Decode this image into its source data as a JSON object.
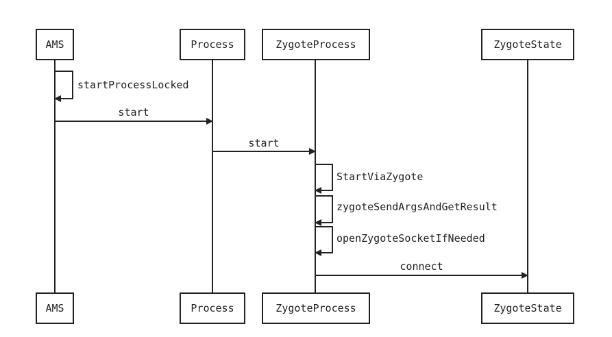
{
  "participants": [
    {
      "id": "ams",
      "label": "AMS"
    },
    {
      "id": "process",
      "label": "Process"
    },
    {
      "id": "zygote_process",
      "label": "ZygoteProcess"
    },
    {
      "id": "zygote_state",
      "label": "ZygoteState"
    }
  ],
  "messages": [
    {
      "from": "ams",
      "to": "ams",
      "label": "startProcessLocked"
    },
    {
      "from": "ams",
      "to": "process",
      "label": "start"
    },
    {
      "from": "process",
      "to": "zygote_process",
      "label": "start"
    },
    {
      "from": "zygote_process",
      "to": "zygote_process",
      "label": "StartViaZygote"
    },
    {
      "from": "zygote_process",
      "to": "zygote_process",
      "label": "zygoteSendArgsAndGetResult"
    },
    {
      "from": "zygote_process",
      "to": "zygote_process",
      "label": "openZygoteSocketIfNeeded"
    },
    {
      "from": "zygote_process",
      "to": "zygote_state",
      "label": "connect"
    }
  ]
}
